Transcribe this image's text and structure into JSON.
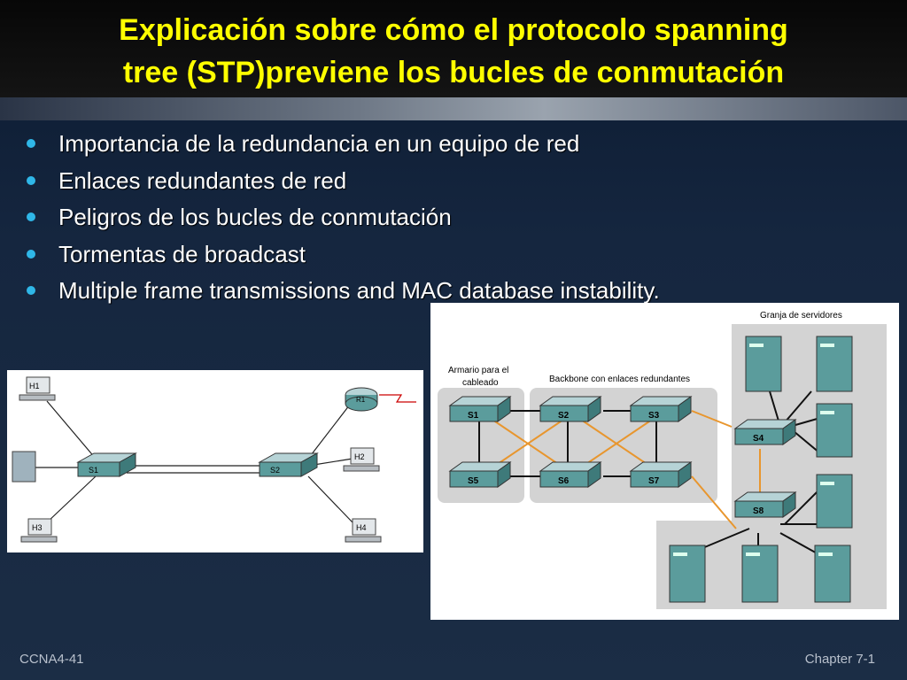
{
  "slide": {
    "title_line1": "Explicación sobre cómo el protocolo spanning",
    "title_line2": "tree (STP)previene los bucles de conmutación",
    "bullets": [
      "Importancia de la redundancia en un equipo de red",
      "Enlaces redundantes de red",
      "Peligros de los bucles de conmutación",
      "Tormentas de broadcast",
      "Multiple frame transmissions and MAC database instability."
    ],
    "footer_left": "CCNA4-41",
    "footer_right": "Chapter 7-1"
  },
  "colors": {
    "title": "#ffff00",
    "bullet_dot": "#2fb7e8",
    "redundant_link": "#e8962e",
    "switch": "#5b9c9c"
  },
  "topology_small": {
    "hosts": [
      "H1",
      "H2",
      "H3",
      "H4"
    ],
    "switches": [
      "S1",
      "S2"
    ],
    "router": "R1"
  },
  "topology_large": {
    "label_cabling": "Armario para el cableado",
    "label_cabling_line1": "Armario para el",
    "label_cabling_line2": "cableado",
    "label_backbone": "Backbone con enlaces redundantes",
    "label_serverfarm": "Granja de servidores",
    "switches": [
      "S1",
      "S2",
      "S3",
      "S4",
      "S5",
      "S6",
      "S7",
      "S8"
    ]
  }
}
